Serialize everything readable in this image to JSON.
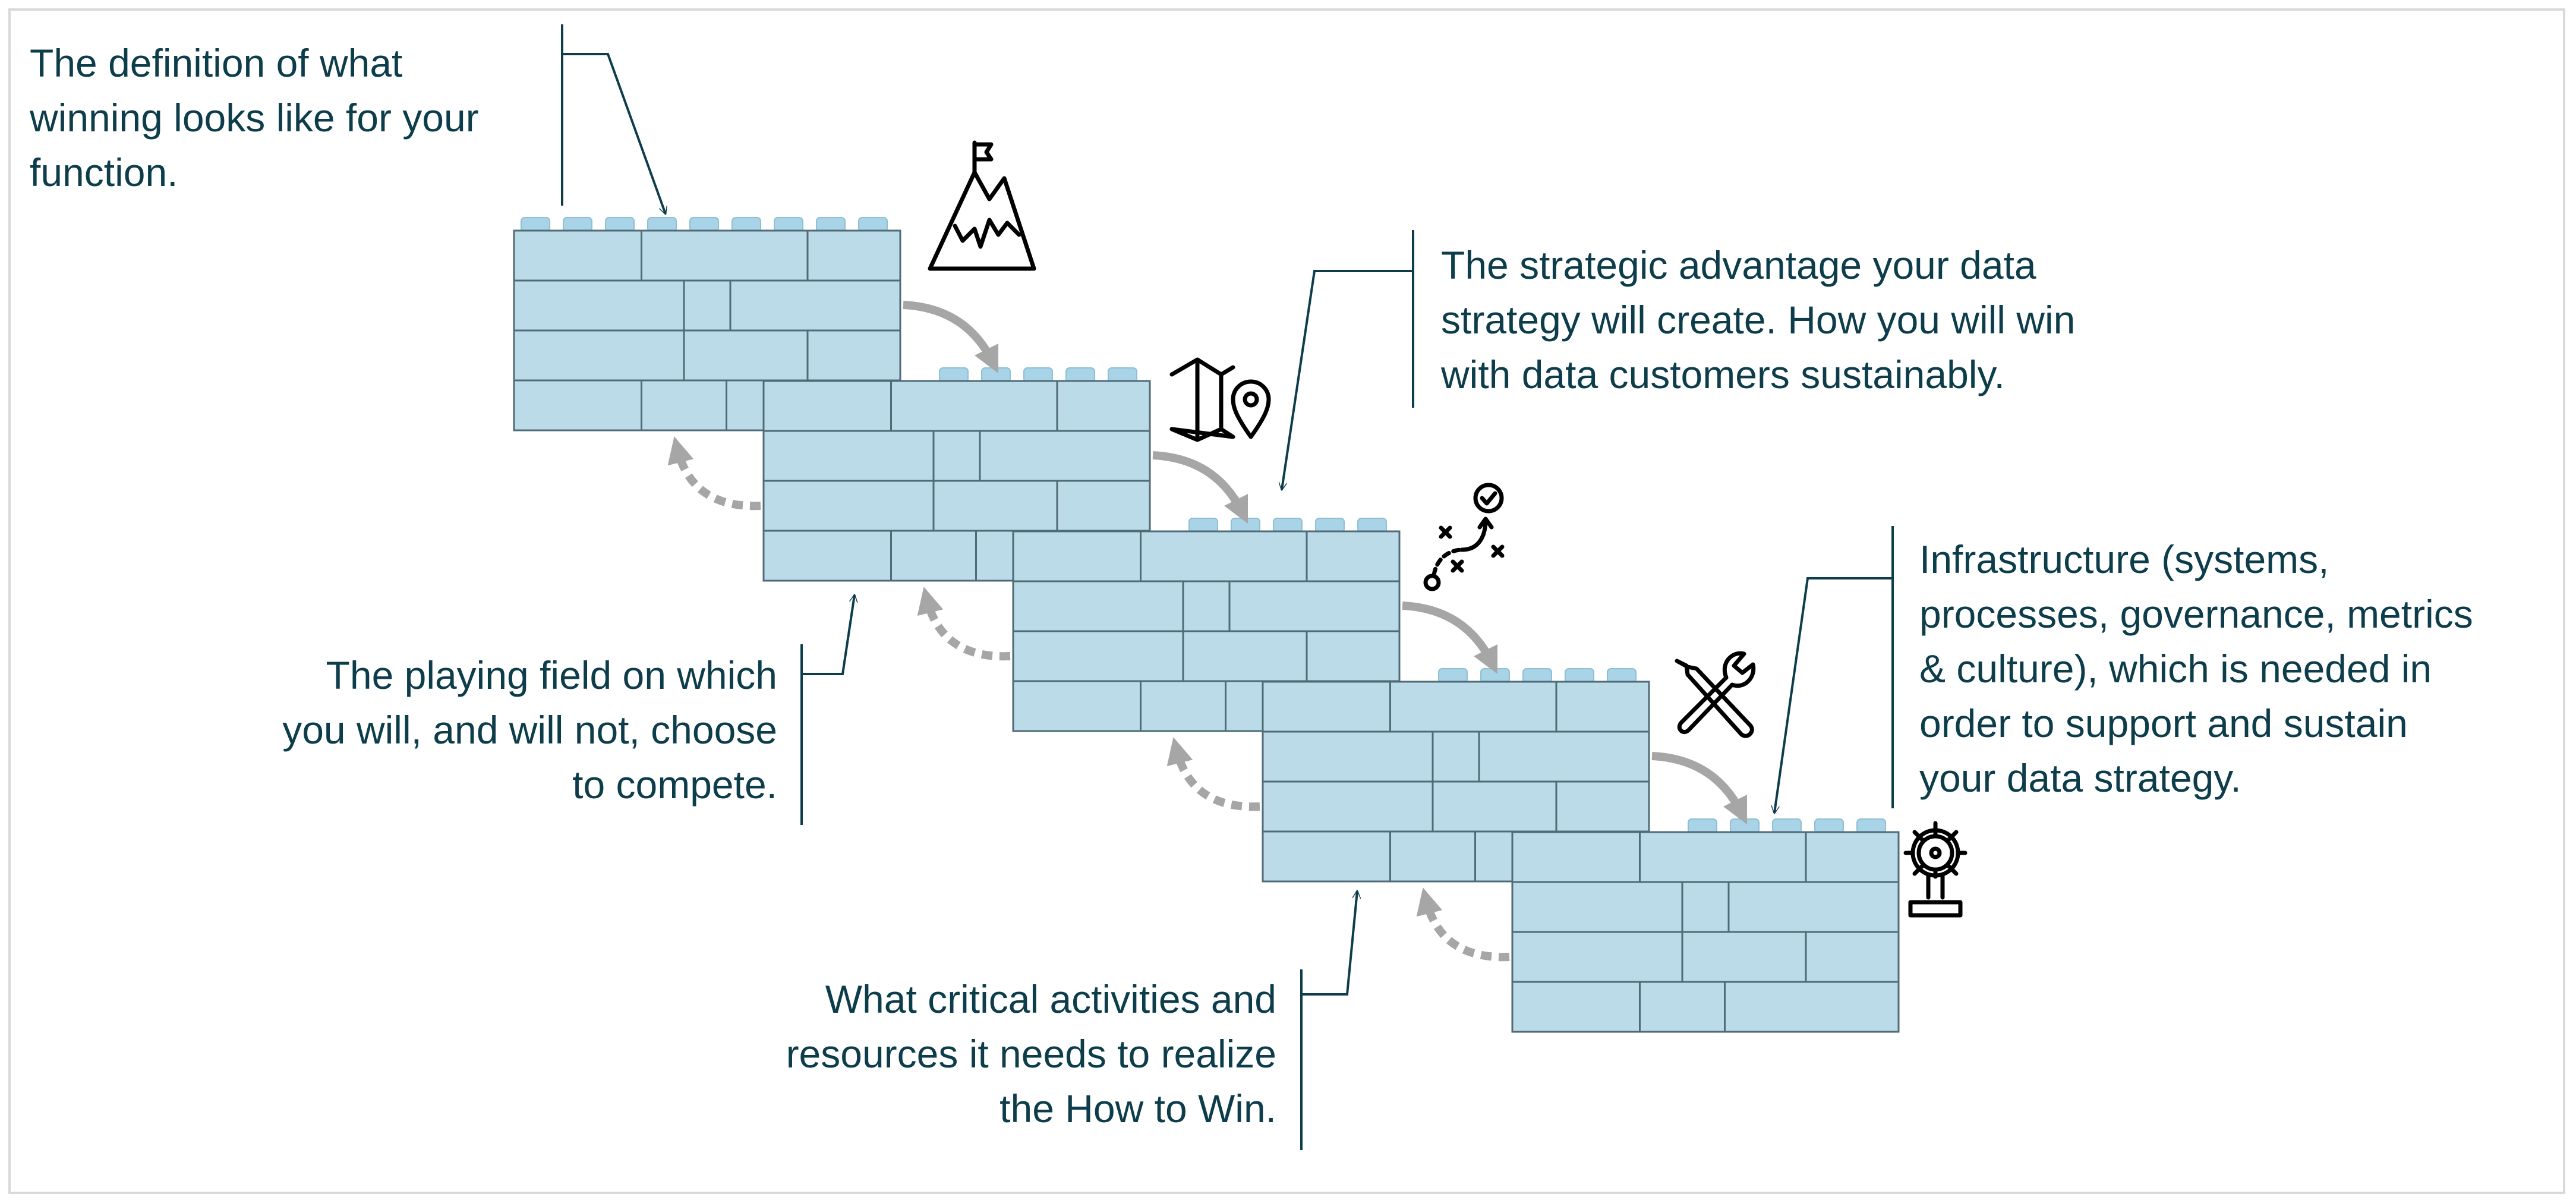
{
  "colors": {
    "text": "#0d3d4a",
    "brick": "#bcdbe8",
    "brick_line": "#4f6b78",
    "stud": "#a9d3e6",
    "arrow": "#a6a6a6",
    "frame": "#d9d9d9"
  },
  "steps": [
    {
      "id": "winning-aspiration",
      "icon": "mountain-flag-icon",
      "lines": [
        "The definition of what",
        "winning looks like for your",
        "function."
      ]
    },
    {
      "id": "where-to-play",
      "icon": "map-pin-icon",
      "lines": [
        "The playing field on which",
        "you will, and will not, choose",
        "to compete."
      ]
    },
    {
      "id": "how-to-win",
      "icon": "strategy-play-icon",
      "lines": [
        "The strategic advantage your data",
        "strategy will create. How you will win",
        "with data customers sustainably."
      ]
    },
    {
      "id": "capabilities",
      "icon": "tools-icon",
      "lines": [
        "What critical activities and",
        "resources it needs to realize",
        "the How to Win."
      ]
    },
    {
      "id": "management-systems",
      "icon": "ship-wheel-icon",
      "lines": [
        "Infrastructure (systems,",
        "processes, governance, metrics",
        "& culture), which is needed in",
        "order to support and sustain",
        "your data strategy."
      ]
    }
  ]
}
